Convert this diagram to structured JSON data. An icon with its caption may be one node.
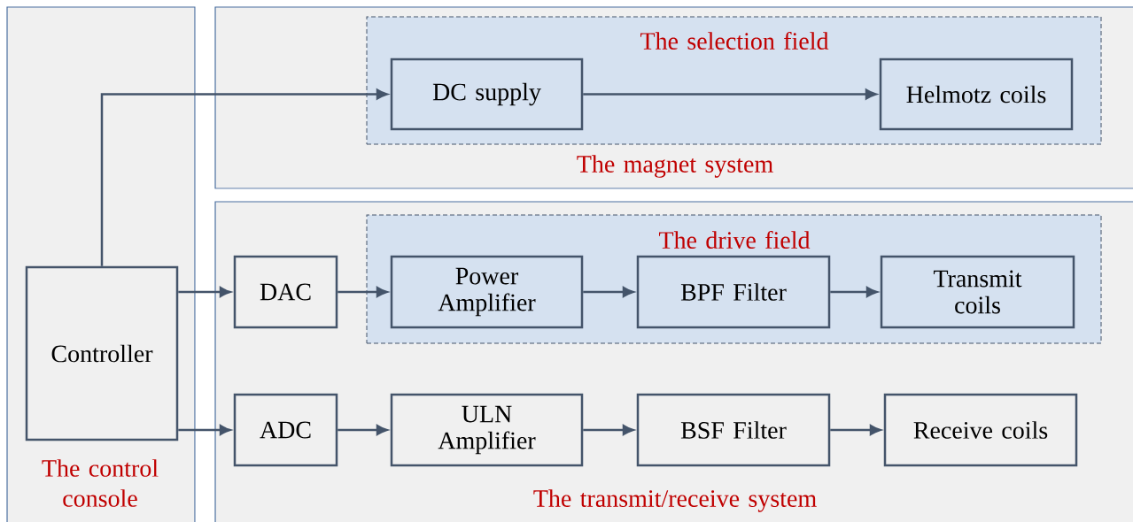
{
  "diagram": {
    "nodes": [
      {
        "text": [
          "The control console"
        ]
      },
      {
        "text": [
          "Controller"
        ],
        "in": 0
      },
      {
        "text": [
          "The magnet system"
        ]
      },
      {
        "text": [
          "The selection field"
        ],
        "in": 2
      },
      {
        "text": [
          "DC supply"
        ],
        "in": 3
      },
      {
        "text": [
          "Helmotz coils"
        ],
        "in": 3
      },
      {
        "text": [
          "The transmit/receive system"
        ]
      },
      {
        "text": [
          "DAC"
        ],
        "in": 6
      },
      {
        "text": [
          "The drive field"
        ],
        "in": 6
      },
      {
        "text": [
          "Power Amplifier"
        ],
        "in": 8
      },
      {
        "text": [
          "BPF Filter"
        ],
        "in": 8
      },
      {
        "text": [
          "Transmit coils"
        ],
        "in": 8
      },
      {
        "text": [
          "ADC"
        ],
        "in": 6
      },
      {
        "text": [
          "ULN Amplifier"
        ],
        "in": 6
      },
      {
        "text": [
          "BSF Filter"
        ],
        "in": 6
      },
      {
        "text": [
          "Receive coils"
        ],
        "in": 6
      }
    ],
    "edges": [
      {
        "from": 1,
        "to": 4,
        "arrow": "to"
      },
      {
        "from": 4,
        "to": 5,
        "arrow": "to"
      },
      {
        "from": 1,
        "to": 7,
        "arrow": "to"
      },
      {
        "from": 7,
        "to": 9,
        "arrow": "to"
      },
      {
        "from": 9,
        "to": 10,
        "arrow": "to"
      },
      {
        "from": 10,
        "to": 11,
        "arrow": "to"
      },
      {
        "from": 1,
        "to": 12,
        "arrow": "to"
      },
      {
        "from": 12,
        "to": 13,
        "arrow": "to"
      },
      {
        "from": 13,
        "to": 14,
        "arrow": "to"
      },
      {
        "from": 14,
        "to": 15,
        "arrow": "to"
      }
    ]
  }
}
